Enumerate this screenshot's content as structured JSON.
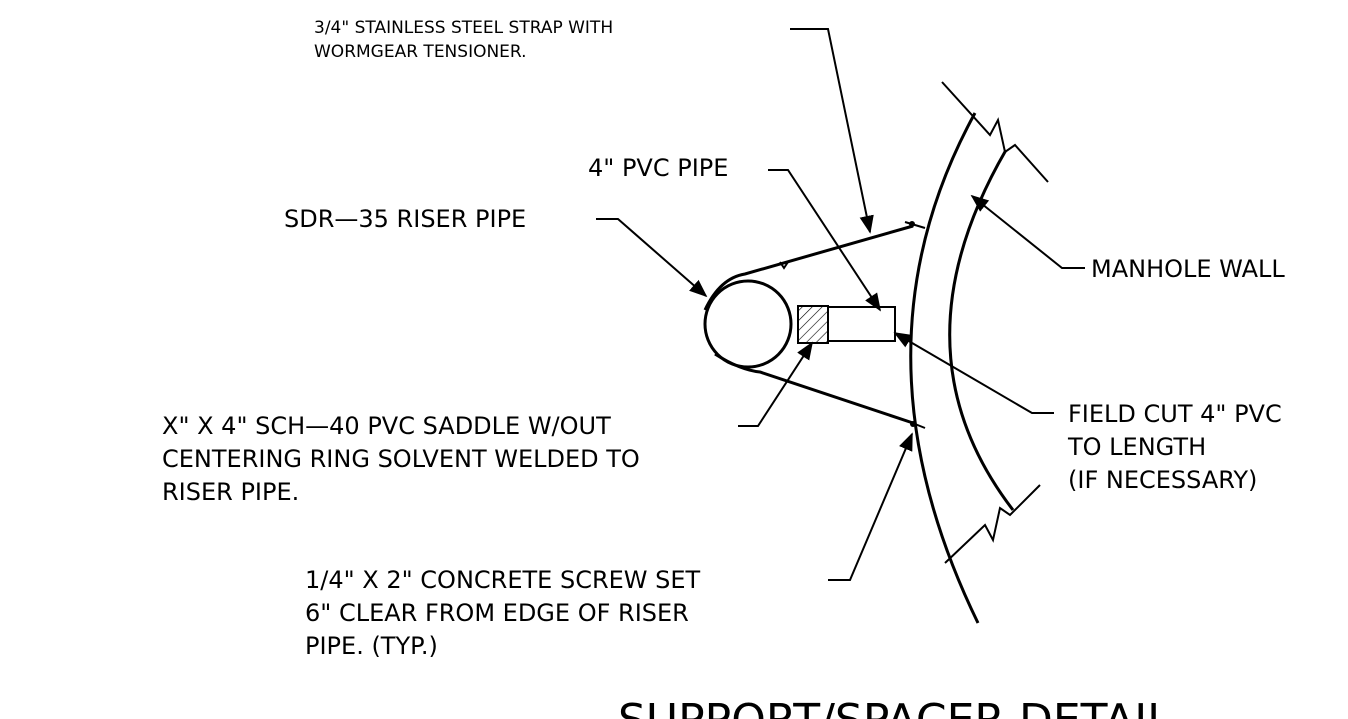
{
  "labels": {
    "strap_line1": "3/4\" STAINLESS STEEL STRAP WITH",
    "strap_line2": "WORMGEAR TENSIONER.",
    "pvc_pipe": "4\" PVC PIPE",
    "riser_pipe": "SDR—35 RISER PIPE",
    "manhole_wall": "MANHOLE WALL",
    "saddle_line1": "X\" X 4\" SCH—40 PVC SADDLE W/OUT",
    "saddle_line2": "CENTERING RING SOLVENT WELDED TO",
    "saddle_line3": "RISER PIPE.",
    "field_cut_line1": "FIELD CUT 4\" PVC",
    "field_cut_line2": "TO LENGTH",
    "field_cut_line3": "(IF NECESSARY)",
    "screw_line1": "1/4\" X 2\" CONCRETE SCREW SET",
    "screw_line2": "6\" CLEAR FROM EDGE OF RISER",
    "screw_line3": "PIPE. (TYP.)",
    "title": "SUPPORT/SPACER DETAIL"
  },
  "colors": {
    "ink": "#000000",
    "background": "#ffffff"
  }
}
